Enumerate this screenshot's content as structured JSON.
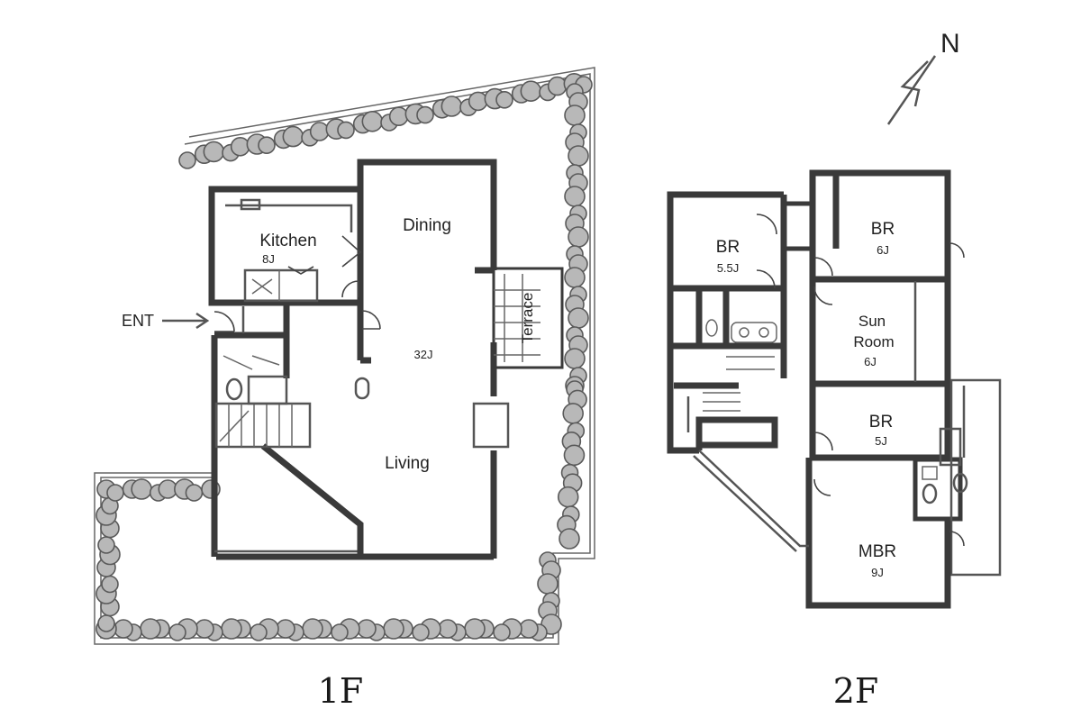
{
  "plan_1f": {
    "floor_label": "1F",
    "entrance": "ENT",
    "kitchen": {
      "name": "Kitchen",
      "size": "8J"
    },
    "dining": {
      "name": "Dining"
    },
    "living": {
      "name": "Living",
      "size": "32J"
    },
    "terrace": {
      "name": "Terrace"
    }
  },
  "plan_2f": {
    "floor_label": "2F",
    "br_west": {
      "name": "BR",
      "size": "5.5J"
    },
    "br_north": {
      "name": "BR",
      "size": "6J"
    },
    "sun_room": {
      "name_line1": "Sun",
      "name_line2": "Room",
      "size": "6J"
    },
    "br_mid": {
      "name": "BR",
      "size": "5J"
    },
    "mbr": {
      "name": "MBR",
      "size": "9J"
    }
  },
  "compass": {
    "label": "N",
    "icon": "north-arrow-icon"
  },
  "colors": {
    "wall": "#3a3a3a",
    "hedge": "#b8b8b8"
  }
}
